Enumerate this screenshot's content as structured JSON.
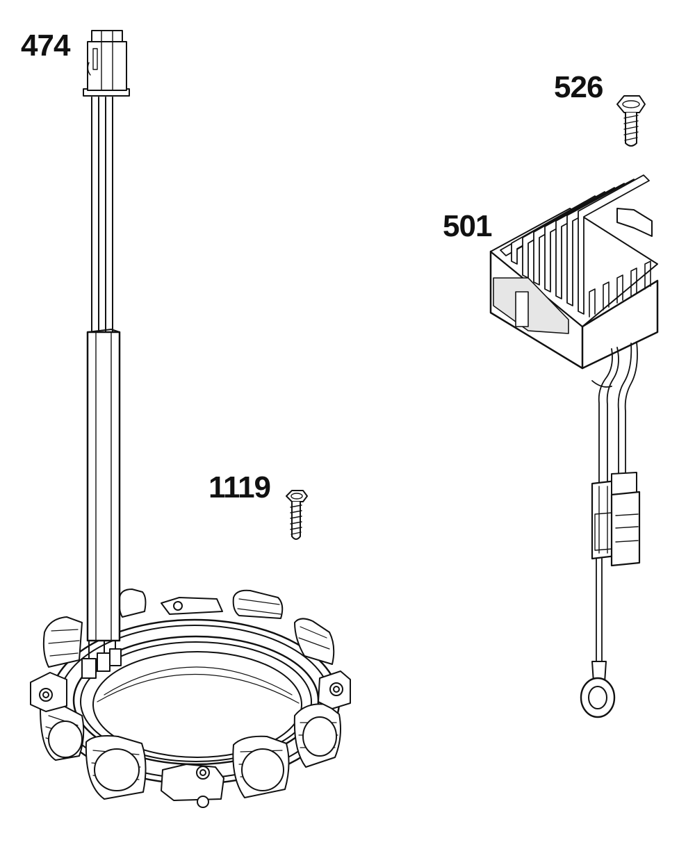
{
  "diagram": {
    "callouts": {
      "harness": "474",
      "screw_regulator": "526",
      "regulator": "501",
      "screw_stator": "1119"
    },
    "colors": {
      "line": "#111111",
      "fill": "#ffffff",
      "shade": "#e6e6e6"
    }
  }
}
